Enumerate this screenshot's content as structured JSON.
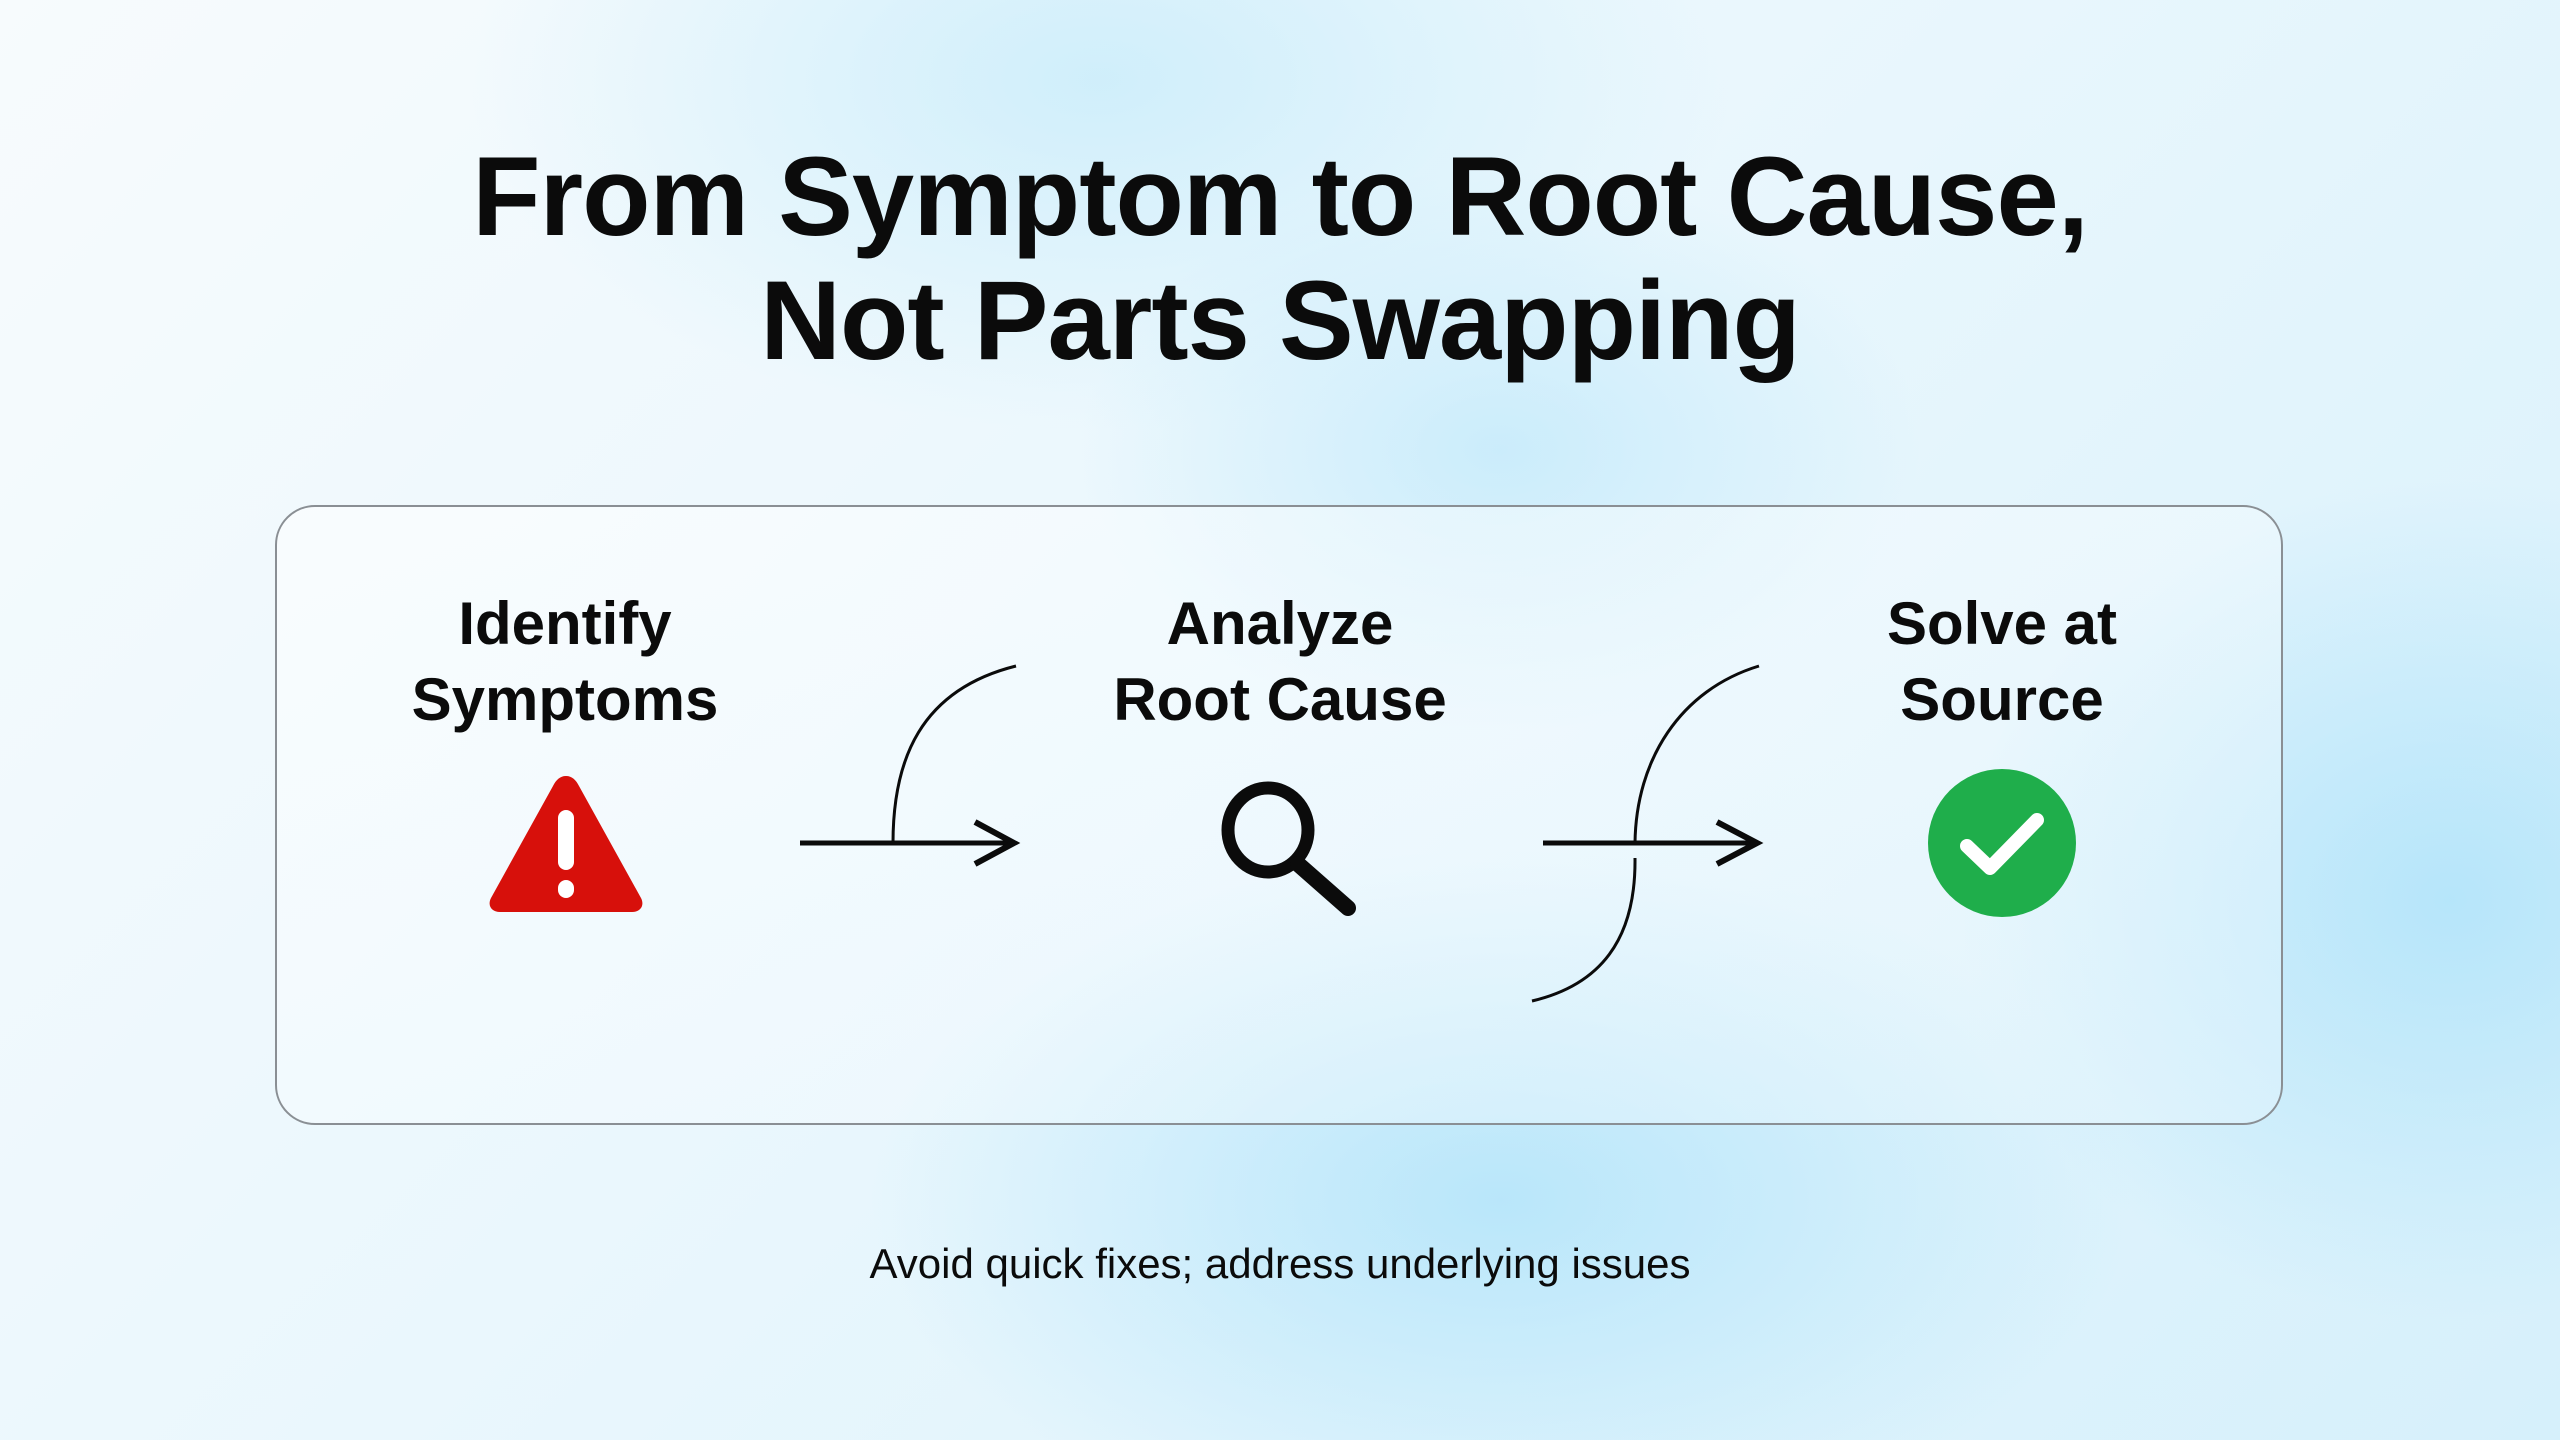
{
  "title": {
    "line1": "From Symptom to Root Cause,",
    "line2": "Not Parts Swapping"
  },
  "steps": [
    {
      "label_line1": "Identify",
      "label_line2": "Symptoms",
      "icon": "warning-triangle-icon",
      "color": "#d7100b"
    },
    {
      "label_line1": "Analyze",
      "label_line2": "Root Cause",
      "icon": "magnifier-icon",
      "color": "#0b0b0b"
    },
    {
      "label_line1": "Solve at",
      "label_line2": "Source",
      "icon": "check-circle-icon",
      "color": "#1fae4b"
    }
  ],
  "footer": "Avoid quick fixes; address underlying issues"
}
